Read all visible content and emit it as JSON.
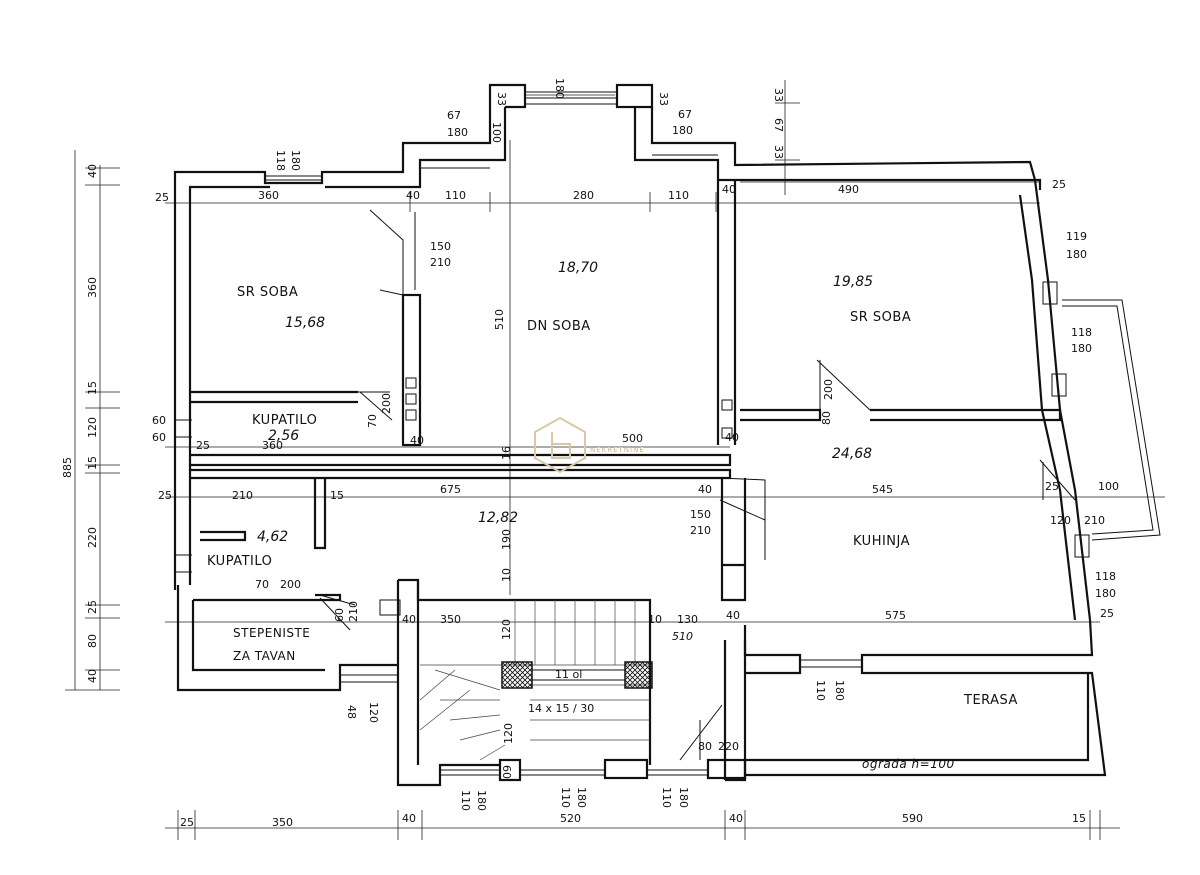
{
  "rooms": {
    "sr_soba_left": {
      "label": "SR SOBA",
      "area": "15,68"
    },
    "dn_soba": {
      "label": "DN SOBA",
      "area": "18,70"
    },
    "sr_soba_right": {
      "label": "SR SOBA",
      "area": "19,85"
    },
    "kupatilo_upper": {
      "label": "KUPATILO",
      "area": "2,56"
    },
    "hall_area": {
      "area": "12,82"
    },
    "kuhinja": {
      "label": "KUHINJA",
      "area": "24,68"
    },
    "kupatilo_lower": {
      "label": "KUPATILO",
      "area": "4,62"
    },
    "stepeniste": {
      "line1": "STEPENISTE",
      "line2": "ZA TAVAN"
    },
    "terasa": {
      "label": "TERASA",
      "note": "ograda h=100"
    }
  },
  "dims": {
    "top_180": "180",
    "top_33a": "33",
    "top_33b": "33",
    "top_67_right": "67",
    "top_180_right": "180",
    "top_67_left": "67",
    "top_180_left": "180",
    "top_100": "100",
    "top_right_33": "33",
    "top_right_67": "67",
    "top_118": "118",
    "top_180_b": "180",
    "row1_25": "25",
    "row1_360": "360",
    "row1_40a": "40",
    "row1_110a": "110",
    "row1_280": "280",
    "row1_110b": "110",
    "row1_40b": "40",
    "row1_490": "490",
    "row1_25b": "25",
    "d150": "150",
    "d210": "210",
    "d510": "510",
    "r119": "119",
    "r180a": "180",
    "r118a": "118",
    "r180b": "180",
    "d60a": "60",
    "d60b": "60",
    "d25c": "25",
    "d360b": "360",
    "d40c": "40",
    "d16": "16",
    "d500": "500",
    "d40d": "40",
    "d70": "70",
    "d200a": "200",
    "d80a": "80",
    "d200b": "200",
    "row2_25": "25",
    "row2_210": "210",
    "row2_15": "15",
    "row2_675": "675",
    "row2_40": "40",
    "row2_545": "545",
    "row2_25b": "25",
    "row2_100": "100",
    "d190": "190",
    "d150b": "150",
    "d210b": "210",
    "d120": "120",
    "d210c": "210",
    "d70b": "70",
    "d200c": "200",
    "d10": "10",
    "d60c": "60",
    "d210d": "210",
    "d40e": "40",
    "d350": "350",
    "d10b": "10",
    "d130": "130",
    "d40f": "40",
    "d575": "575",
    "d120b": "120",
    "d510b": "510",
    "d118b": "118",
    "d180c": "180",
    "d25d": "25",
    "d11ol": "11 ol",
    "d48": "48",
    "d120c": "120",
    "d110a": "110",
    "d180d": "180",
    "d14x15": "14 x 15 / 30",
    "d120d": "120",
    "d80b": "80",
    "d220": "220",
    "d110b": "110",
    "d180e": "180",
    "d110c": "110",
    "d180f": "180",
    "d110d": "110",
    "d180g": "180",
    "d60d": "60",
    "bot_25": "25",
    "bot_350": "350",
    "bot_40a": "40",
    "bot_520": "520",
    "bot_40b": "40",
    "bot_590": "590",
    "bot_15": "15",
    "left_40a": "40",
    "left_360": "360",
    "left_15a": "15",
    "left_120": "120",
    "left_15b": "15",
    "left_220": "220",
    "left_25": "25",
    "left_80": "80",
    "left_40b": "40",
    "left_885": "885"
  },
  "watermark": {
    "text": "NEKRETNINE"
  }
}
